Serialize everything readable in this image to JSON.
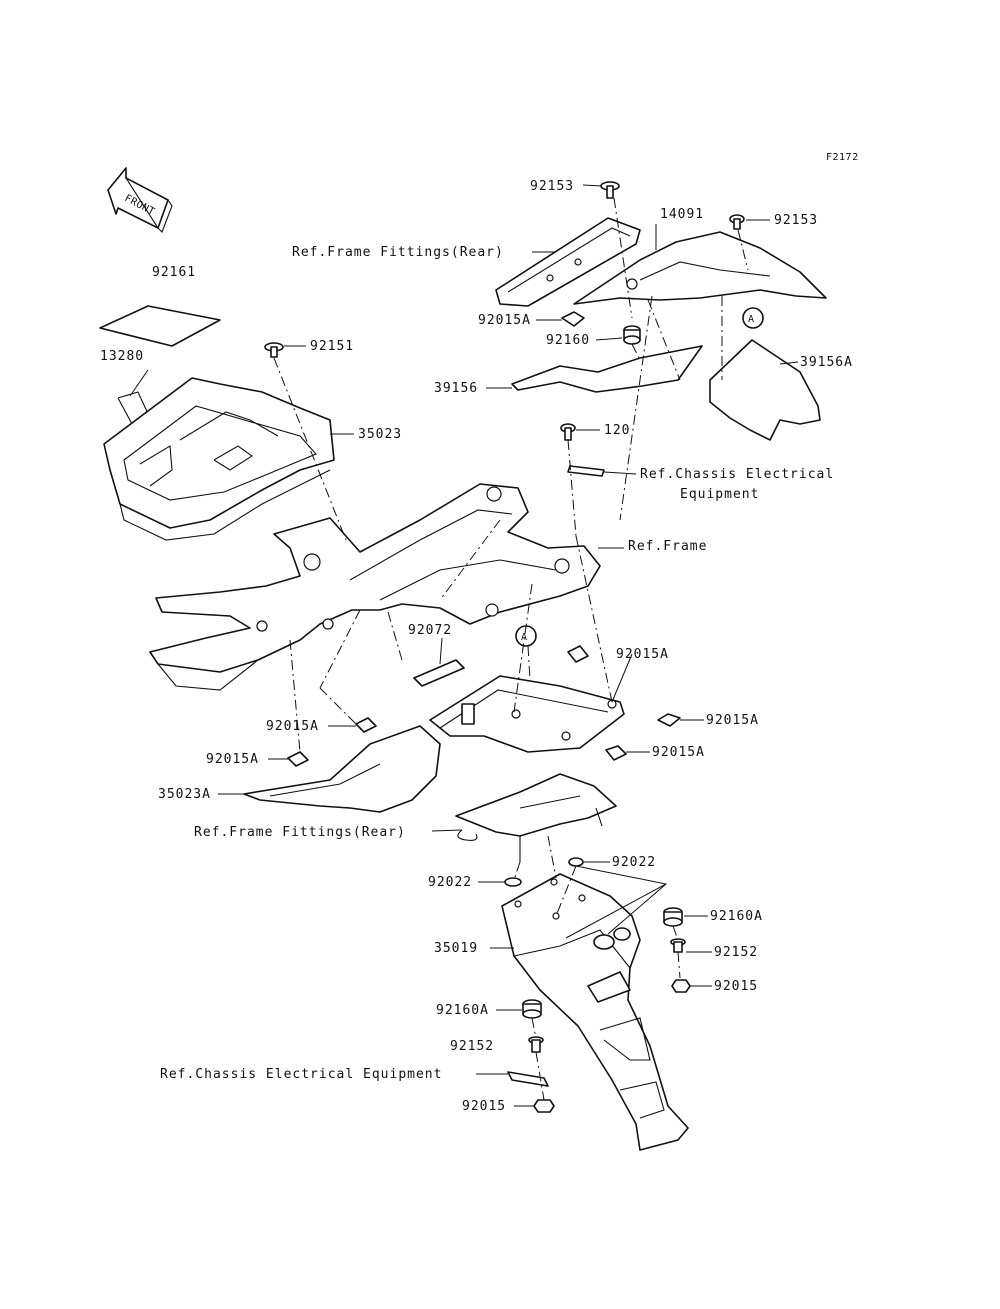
{
  "figure_code": "F2172",
  "front_arrow_text": "FRONT",
  "callout_A": "A",
  "labels": {
    "p92153_top": "92153",
    "p14091": "14091",
    "p92153_right": "92153",
    "ref_frame_fittings_rear_top": "Ref.Frame Fittings(Rear)",
    "p92161": "92161",
    "p92015A_top": "92015A",
    "p92160": "92160",
    "p39156A": "39156A",
    "p13280": "13280",
    "p92151": "92151",
    "p39156": "39156",
    "p35023": "35023",
    "p120": "120",
    "ref_chassis_electrical_line1": "Ref.Chassis Electrical",
    "ref_chassis_electrical_line2": "Equipment",
    "ref_frame": "Ref.Frame",
    "p92072": "92072",
    "p92015A_mid": "92015A",
    "p92015A_right1": "92015A",
    "p92015A_right2": "92015A",
    "p92015A_left1": "92015A",
    "p92015A_left2": "92015A",
    "p35023A": "35023A",
    "ref_frame_fittings_rear_bottom": "Ref.Frame Fittings(Rear)",
    "p92022_right": "92022",
    "p92022_left": "92022",
    "p92160A_right": "92160A",
    "p35019": "35019",
    "p92152_right": "92152",
    "p92015_right": "92015",
    "p92160A_left": "92160A",
    "p92152_left": "92152",
    "ref_chassis_electrical_equipment_bottom": "Ref.Chassis Electrical Equipment",
    "p92015_bottom": "92015"
  }
}
